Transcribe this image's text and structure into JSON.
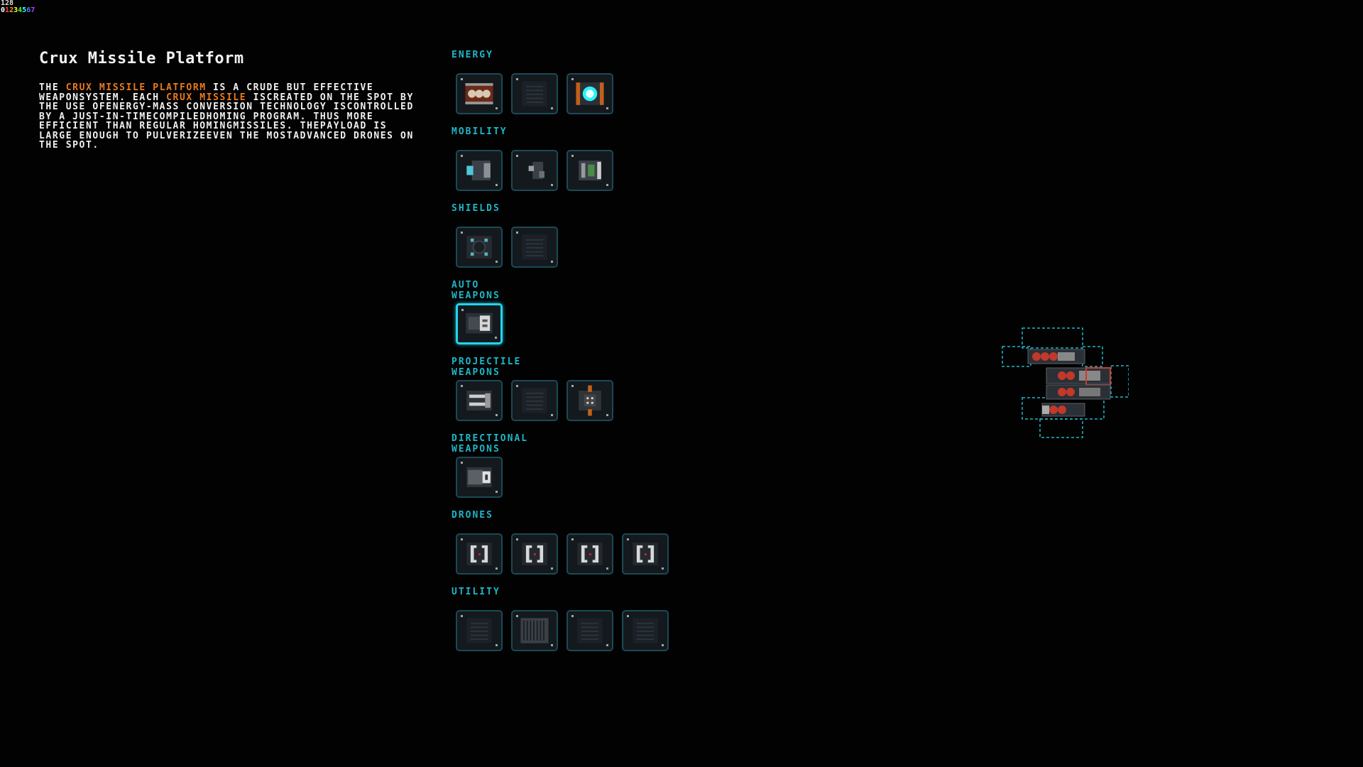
{
  "debug": {
    "top": "128",
    "digits": [
      "0",
      "1",
      "2",
      "3",
      "4",
      "5",
      "6",
      "7"
    ]
  },
  "debug_colors": [
    "#ffffff",
    "#ff4040",
    "#ffa020",
    "#ffff40",
    "#40ff40",
    "#40ffff",
    "#4080ff",
    "#c040ff"
  ],
  "item": {
    "title": "Crux Missile Platform",
    "desc": {
      "p1": "The ",
      "h1": "Crux Missile Platform",
      "p2": " is a crude but effective weaponsystem. Each ",
      "h2": "Crux Missile",
      "p3": " iscreated on the spot by the use ofenergy-mass conversion technology iscontrolled by a just-in-timecompiledhoming program. Thus more efficient than regular homingmissiles. Thepayload is large enough to pulverizeeven the mostadvanced drones on the spot."
    }
  },
  "colors": {
    "accent": "#1fb6c6",
    "highlight": "#e87a1e",
    "slot_border": "#1a4a56",
    "selected_border": "#22d4ec",
    "ship_red": "#c0392b"
  },
  "sections": [
    {
      "label": "Energy",
      "slots": [
        "reactor-icon",
        "empty-slot-icon",
        "energy-core-icon"
      ]
    },
    {
      "label": "Mobility",
      "slots": [
        "thruster-icon",
        "small-thruster-icon",
        "engine-icon"
      ]
    },
    {
      "label": "Shields",
      "slots": [
        "shield-generator-icon",
        "empty-slot-icon"
      ]
    },
    {
      "label": "Auto Weapons",
      "slots": [
        "missile-platform-icon"
      ],
      "selected": 0
    },
    {
      "label": "Projectile Weapons",
      "slots": [
        "cannon-icon",
        "empty-slot-icon",
        "turret-icon"
      ]
    },
    {
      "label": "Directional Weapons",
      "slots": [
        "gatling-icon"
      ]
    },
    {
      "label": "Drones",
      "slots": [
        "drone-bay-icon",
        "drone-bay-icon",
        "drone-bay-icon",
        "drone-bay-icon"
      ]
    },
    {
      "label": "Utility",
      "slots": [
        "empty-slot-icon",
        "vent-grille-icon",
        "empty-slot-icon",
        "empty-slot-icon"
      ]
    }
  ]
}
